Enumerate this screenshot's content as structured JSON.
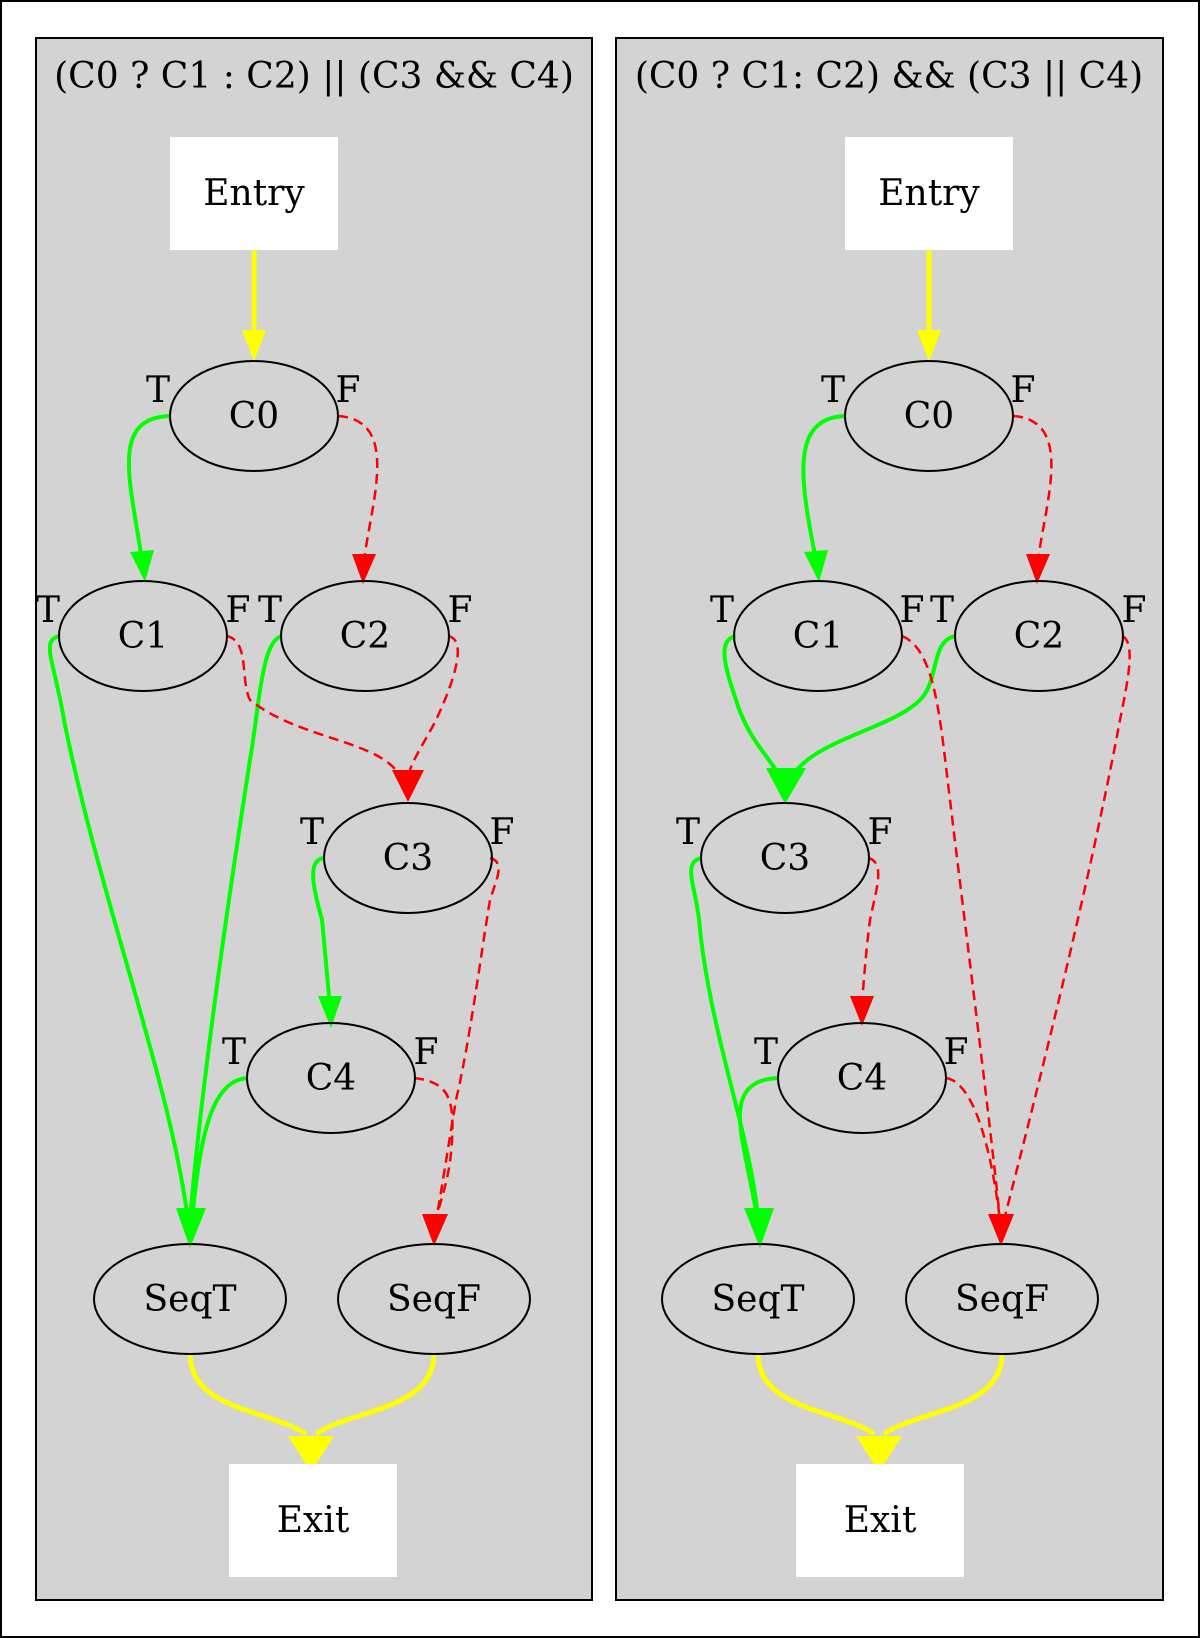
{
  "colors": {
    "background": "#ffffff",
    "panel_fill": "#d3d3d3",
    "panel_border": "#000000",
    "node_fill": "#ffffff",
    "true_edge": "#00ff00",
    "false_edge": "#ff0000",
    "seq_edge": "#ffff00"
  },
  "panels": [
    {
      "title": "(C0 ? C1 : C2) || (C3 && C4)",
      "nodes": {
        "entry": "Entry",
        "c0": "C0",
        "c1": "C1",
        "c2": "C2",
        "c3": "C3",
        "c4": "C4",
        "seqt": "SeqT",
        "seqf": "SeqF",
        "exit": "Exit"
      },
      "ports": {
        "true": "T",
        "false": "F"
      }
    },
    {
      "title": "(C0 ? C1: C2) && (C3 || C4)",
      "nodes": {
        "entry": "Entry",
        "c0": "C0",
        "c1": "C1",
        "c2": "C2",
        "c3": "C3",
        "c4": "C4",
        "seqt": "SeqT",
        "seqf": "SeqF",
        "exit": "Exit"
      },
      "ports": {
        "true": "T",
        "false": "F"
      }
    }
  ]
}
